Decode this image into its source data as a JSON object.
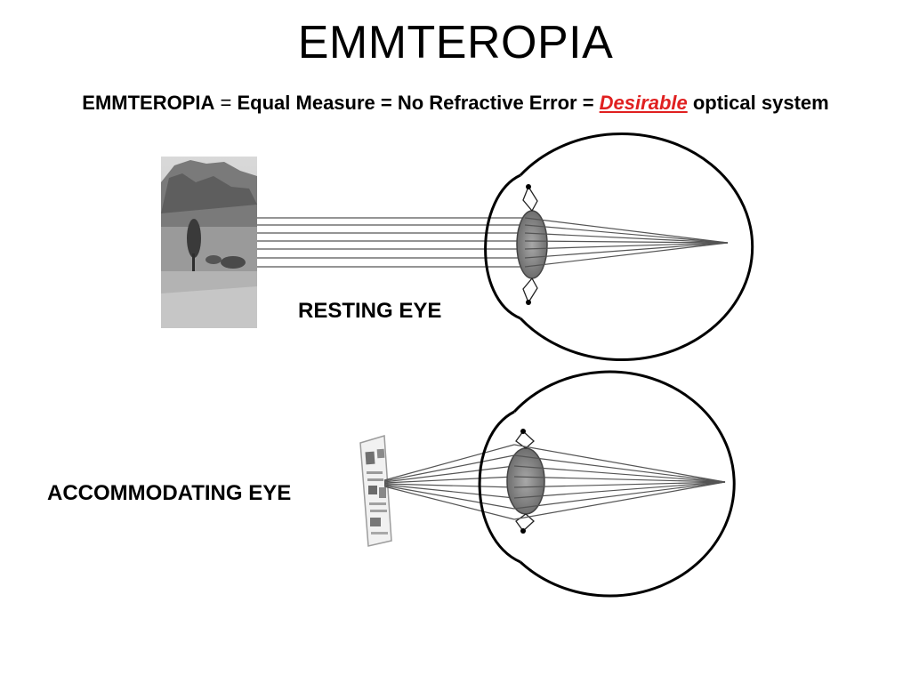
{
  "slide": {
    "title": "EMMTEROPIA",
    "subtitle": {
      "term": "EMMTEROPIA",
      "eq1": " = ",
      "part1": "Equal Measure = No Refractive Error = ",
      "accent": "Desirable",
      "part2": " optical system"
    },
    "label_resting": "RESTING EYE",
    "label_accommodating": "ACCOMMODATING EYE",
    "accent_color": "#e02020"
  }
}
